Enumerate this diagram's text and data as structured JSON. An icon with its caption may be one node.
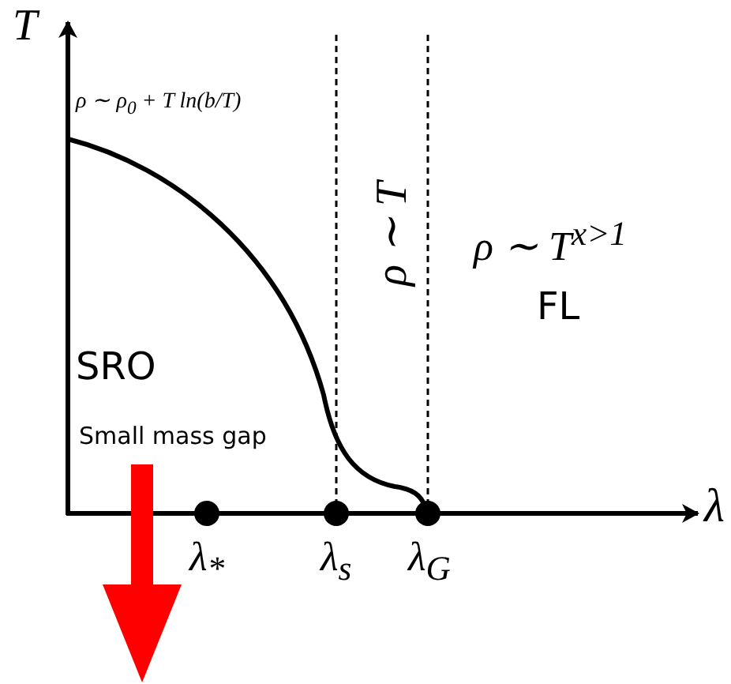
{
  "diagram": {
    "labels": [
      "T",
      "ρ ∼ ρ$_{0}$ + T ln(b/T)",
      "ρ ∼ T",
      "ρ ∼ T$^{x>1}$",
      "FL",
      "SRO",
      "Small mass gap",
      "λ",
      "λ$_{*}$",
      "λ$_{s}$",
      "λ$_{G}$"
    ]
  }
}
